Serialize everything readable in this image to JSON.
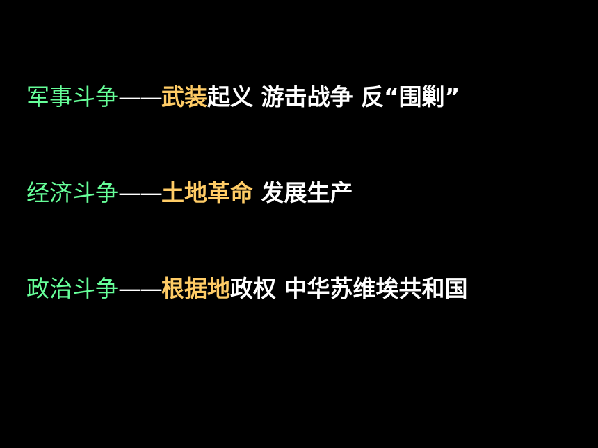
{
  "lines": [
    {
      "label": "军事斗争",
      "dash": "——",
      "highlight": "武装",
      "rest": "起义  游击战争  反“围剿”"
    },
    {
      "label": "经济斗争",
      "dash": "——",
      "highlight": "土地革命",
      "rest": "  发展生产"
    },
    {
      "label": "政治斗争",
      "dash": "——",
      "highlight": "根据地",
      "rest": "政权  中华苏维埃共和国"
    }
  ],
  "colors": {
    "background": "#000000",
    "label": "#66ff99",
    "highlight": "#ffcc66",
    "text": "#ffffff"
  }
}
